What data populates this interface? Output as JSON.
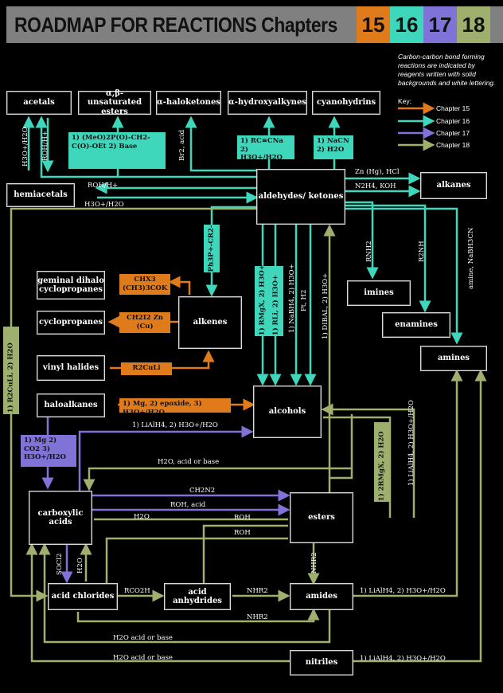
{
  "header": {
    "title": "ROADMAP FOR REACTIONS",
    "chapters_label": "Chapters",
    "chapters": [
      {
        "n": "15",
        "color": "#e07b1b"
      },
      {
        "n": "16",
        "color": "#3fd7bb"
      },
      {
        "n": "17",
        "color": "#7f73d8"
      },
      {
        "n": "18",
        "color": "#9fb06e"
      }
    ]
  },
  "note": "Carbon-carbon bond forming reactions are indicated by reagents written with solid backgrounds and white lettering.",
  "key": {
    "title": "Key:",
    "items": [
      "Chapter 15",
      "Chapter 16",
      "Chapter 17",
      "Chapter 18"
    ]
  },
  "nodes": {
    "acetals": "acetals",
    "ab_unsat": "α,β-unsaturated esters",
    "haloketones": "α-haloketones",
    "hydroxyalkynes": "α-hydroxyalkynes",
    "cyanohydrins": "cyanohydrins",
    "hemiacetals": "hemiacetals",
    "aldehydes": "aldehydes/ ketones",
    "alkanes": "alkanes",
    "gem": "geminal dihalo cyclopropanes",
    "cyclopropanes": "cyclopropanes",
    "alkenes": "alkenes",
    "imines": "imines",
    "enamines": "enamines",
    "amines": "amines",
    "vinyl": "vinyl halides",
    "haloalkanes": "haloalkanes",
    "alcohols": "alcohols",
    "carboxylic": "carboxylic acids",
    "esters": "esters",
    "acid_chlorides": "acid chlorides",
    "anhydrides": "acid anhydrides",
    "amides": "amides",
    "nitriles": "nitriles"
  },
  "reagents": {
    "wittig_phos": "1) (MeO)2P(O)-CH2-C(O)-OEt 2) Base",
    "rc_cna": "1) RC≡CNa 2) H3O+/H2O",
    "nacn": "1) NaCN 2) H2O",
    "chx3": "CHX3 (CH3)3COK",
    "ch2i2": "CH2I2 Zn (Cu)",
    "r2culi": "R2CuLi",
    "mg_epox": "1) Mg, 2) epoxide, 3) H3O+/H2O",
    "mg_co2": "1) Mg 2) CO2 3) H3O+/H2O",
    "wittig": "Ph3P+-CR2-",
    "rmgx": "1) RMgX, 2) H3O+",
    "rli": "1) RLi, 2) H3O+",
    "r2culi_h2o": "1) R2CuLi, 2) H2O",
    "rmgx2": "1) 2RMgX, 2) H2O"
  },
  "labels": {
    "h3o_h2o_v": "H3O+/H2O",
    "roh_h_v": "ROH/H+",
    "br2_acid": "Br2, acid",
    "roh_h": "ROH/H+",
    "h3o_h2o": "H3O+/H2O",
    "zn_hg": "Zn (Hg), HCl",
    "n2h4": "N2H4, KOH",
    "rnh2": "RNH2",
    "r2nh": "R2NH",
    "amine_nabh3cn": "amine, NaBH3CN",
    "nabh4": "1) NaBH4, 2) H3O+",
    "pt_h2": "Pt, H2",
    "dibal": "1) DIBAL, 2) H3O+",
    "lialh4_alc": "1) LiAlH4, 2) H3O+/H2O",
    "lialh4_est": "1) LiAlH4, 2) H3O+/H2O",
    "h2o_acid_base": "H2O, acid or base",
    "ch2n2": "CH2N2",
    "roh_acid": "ROH, acid",
    "h2o_mid": "H2O",
    "roh_a": "ROH",
    "roh_b": "ROH",
    "socl2": "SOCl2",
    "h2o_v": "H2O",
    "rco2h": "RCO2H",
    "nhr2_a": "NHR2",
    "nhr2_b": "NHR2",
    "nhr2_v": "NHR2",
    "amide_red": "1) LiAlH4, 2) H3O+/H2O",
    "nitrile_red": "1) LiAlH4, 2) H3O+/H2O",
    "h2o_ab1": "H2O acid or base",
    "h2o_ab2": "H2O acid or base"
  }
}
